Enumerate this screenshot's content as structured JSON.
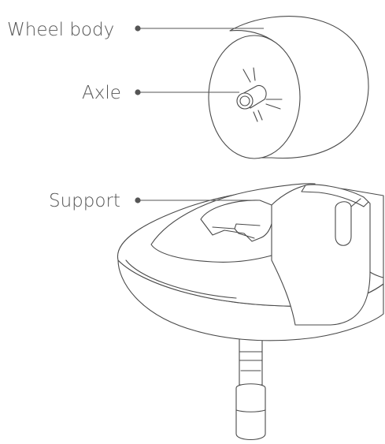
{
  "labels": {
    "wheel_body": "Wheel body",
    "axle": "Axle",
    "support": "Support"
  },
  "colors": {
    "line": "#4a4a4a",
    "label": "#555555",
    "background": "#ffffff"
  }
}
